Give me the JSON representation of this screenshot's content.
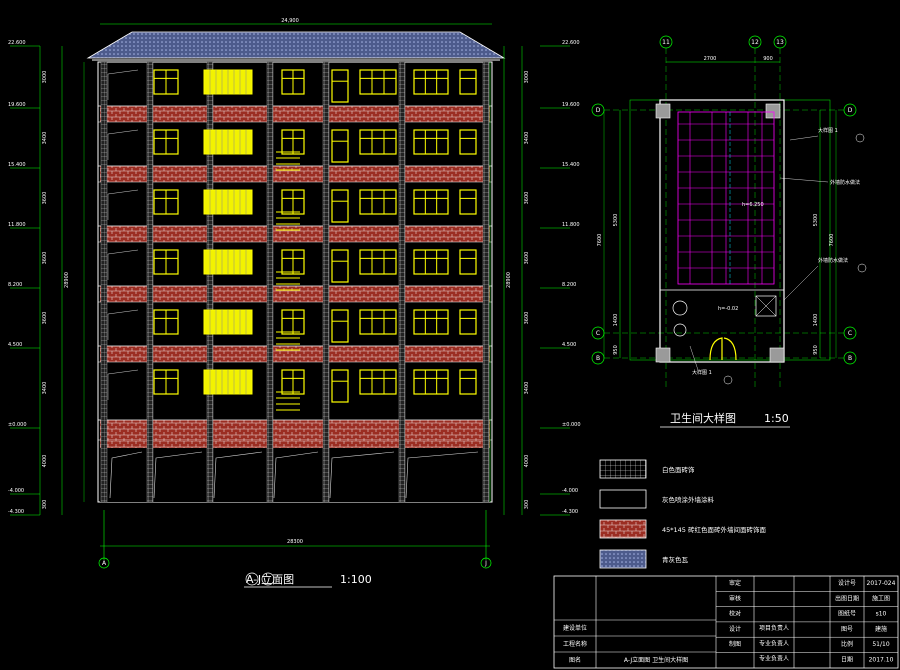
{
  "elevation": {
    "title_label": "A-J立面图",
    "axis_start": "A",
    "axis_end": "J",
    "scale": "1:100",
    "overall_width": "28300",
    "top_width": "24,900",
    "levels_left": [
      "22.600",
      "19.600",
      "15.400",
      "11.800",
      "8.200",
      "4.500",
      "±0.000",
      "-4.000",
      "-4.300"
    ],
    "levels_right": [
      "22.600",
      "19.600",
      "15.400",
      "11.800",
      "8.200",
      "4.500",
      "±0.000",
      "-4.000",
      "-4.300"
    ],
    "dims_outer": [
      "3000",
      "3400",
      "3600",
      "3600",
      "3600",
      "3400",
      "4000",
      "300"
    ],
    "dims_total": "28900"
  },
  "detail": {
    "title": "卫生间大样图",
    "scale": "1:50",
    "axes_top": [
      "11",
      "12",
      "13"
    ],
    "axes_side": [
      "D",
      "C",
      "B"
    ],
    "dim_top_left": "2700",
    "dim_top_right": "900",
    "dims_side": [
      "5300",
      "1400",
      "950"
    ],
    "dims_side_total": "7600",
    "annotations": [
      "大样图 1",
      "外墙防水做法",
      "外墙防水做法",
      "大样图 1"
    ],
    "elevation_tag": "h=6.250",
    "floor_tag": "h=-0.02"
  },
  "legend": [
    {
      "swatch": "tile",
      "label": "白色面砖饰"
    },
    {
      "swatch": "plain",
      "label": "灰色喷涂外墙涂料"
    },
    {
      "swatch": "brick",
      "label": "45*145 砖红色面砖外墙间面砖饰面"
    },
    {
      "swatch": "roof",
      "label": "青灰色瓦"
    }
  ],
  "title_block": {
    "right_labels": [
      "设计号",
      "出图日期",
      "图纸号",
      "图号",
      "比例",
      "日期"
    ],
    "right_values": [
      "2017-024",
      "施工图",
      "s10",
      "建施",
      "51/10",
      "2017.10"
    ],
    "mid_labels": [
      "审定",
      "审核",
      "校对",
      "设计",
      "制图"
    ],
    "left_labels": [
      "建设单位",
      "工程名称",
      "图名"
    ],
    "left_values": [
      "",
      "",
      "A-J立面图  卫生间大样图"
    ],
    "person_labels": [
      "项目负责人",
      "专业负责人",
      "专业负责人"
    ]
  },
  "colors": {
    "background": "#000000",
    "brick": "#9b2d22",
    "window": "#ffff00",
    "frame": "#ffffff",
    "dimension": "#00ff00",
    "roof": "#5a6b9a",
    "stair": "#ff00ff",
    "grid_cyan": "#00e5ff"
  }
}
